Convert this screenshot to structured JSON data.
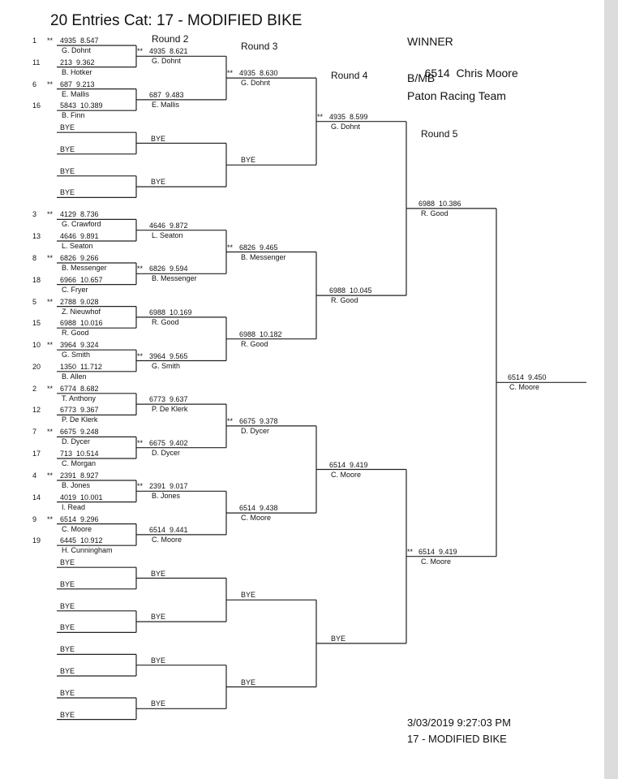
{
  "header": {
    "title": "20 Entries Cat: 17 - MODIFIED BIKE",
    "rounds": [
      "Round 2",
      "Round 3",
      "Round 4",
      "Round 5"
    ]
  },
  "winner": {
    "label": "WINNER",
    "number": "6514",
    "name": "Chris Moore",
    "class": "B/MB",
    "team": "Paton Racing Team"
  },
  "round1": [
    {
      "seed": "1",
      "mark": "**",
      "num": "4935",
      "time": "8.547",
      "name": "G. Dohnt"
    },
    {
      "seed": "11",
      "mark": "",
      "num": "213",
      "time": "9.362",
      "name": "B. Hotker"
    },
    {
      "seed": "6",
      "mark": "**",
      "num": "687",
      "time": "9.213",
      "name": "E. Mallis"
    },
    {
      "seed": "16",
      "mark": "",
      "num": "5843",
      "time": "10.389",
      "name": "B. Finn"
    },
    {
      "seed": "",
      "mark": "",
      "num": "",
      "time": "",
      "name": "BYE"
    },
    {
      "seed": "",
      "mark": "",
      "num": "",
      "time": "",
      "name": "BYE"
    },
    {
      "seed": "",
      "mark": "",
      "num": "",
      "time": "",
      "name": "BYE"
    },
    {
      "seed": "",
      "mark": "",
      "num": "",
      "time": "",
      "name": "BYE"
    },
    {
      "seed": "3",
      "mark": "**",
      "num": "4129",
      "time": "8.736",
      "name": "G. Crawford"
    },
    {
      "seed": "13",
      "mark": "",
      "num": "4646",
      "time": "9.891",
      "name": "L. Seaton"
    },
    {
      "seed": "8",
      "mark": "**",
      "num": "6826",
      "time": "9.266",
      "name": "B. Messenger"
    },
    {
      "seed": "18",
      "mark": "",
      "num": "6966",
      "time": "10.657",
      "name": "C. Fryer"
    },
    {
      "seed": "5",
      "mark": "**",
      "num": "2788",
      "time": "9.028",
      "name": "Z. Nieuwhof"
    },
    {
      "seed": "15",
      "mark": "",
      "num": "6988",
      "time": "10.016",
      "name": "R. Good"
    },
    {
      "seed": "10",
      "mark": "**",
      "num": "3964",
      "time": "9.324",
      "name": "G. Smith"
    },
    {
      "seed": "20",
      "mark": "",
      "num": "1350",
      "time": "11.712",
      "name": "B. Allen"
    },
    {
      "seed": "2",
      "mark": "**",
      "num": "6774",
      "time": "8.682",
      "name": "T. Anthony"
    },
    {
      "seed": "12",
      "mark": "",
      "num": "6773",
      "time": "9.367",
      "name": "P. De Klerk"
    },
    {
      "seed": "7",
      "mark": "**",
      "num": "6675",
      "time": "9.248",
      "name": "D. Dycer"
    },
    {
      "seed": "17",
      "mark": "",
      "num": "713",
      "time": "10.514",
      "name": "C. Morgan"
    },
    {
      "seed": "4",
      "mark": "**",
      "num": "2391",
      "time": "8.927",
      "name": "B. Jones"
    },
    {
      "seed": "14",
      "mark": "",
      "num": "4019",
      "time": "10.001",
      "name": "I. Read"
    },
    {
      "seed": "9",
      "mark": "**",
      "num": "6514",
      "time": "9.296",
      "name": "C. Moore"
    },
    {
      "seed": "19",
      "mark": "",
      "num": "6445",
      "time": "10.912",
      "name": "H. Cunningham"
    },
    {
      "seed": "",
      "mark": "",
      "num": "",
      "time": "",
      "name": "BYE"
    },
    {
      "seed": "",
      "mark": "",
      "num": "",
      "time": "",
      "name": "BYE"
    },
    {
      "seed": "",
      "mark": "",
      "num": "",
      "time": "",
      "name": "BYE"
    },
    {
      "seed": "",
      "mark": "",
      "num": "",
      "time": "",
      "name": "BYE"
    },
    {
      "seed": "",
      "mark": "",
      "num": "",
      "time": "",
      "name": "BYE"
    },
    {
      "seed": "",
      "mark": "",
      "num": "",
      "time": "",
      "name": "BYE"
    },
    {
      "seed": "",
      "mark": "",
      "num": "",
      "time": "",
      "name": "BYE"
    },
    {
      "seed": "",
      "mark": "",
      "num": "",
      "time": "",
      "name": "BYE"
    }
  ],
  "round2": [
    {
      "mark": "**",
      "num": "4935",
      "time": "8.621",
      "name": "G. Dohnt"
    },
    {
      "mark": "",
      "num": "687",
      "time": "9.483",
      "name": "E. Mallis"
    },
    {
      "mark": "",
      "num": "",
      "time": "",
      "name": "BYE"
    },
    {
      "mark": "",
      "num": "",
      "time": "",
      "name": "BYE"
    },
    {
      "mark": "",
      "num": "4646",
      "time": "9.872",
      "name": "L. Seaton"
    },
    {
      "mark": "**",
      "num": "6826",
      "time": "9.594",
      "name": "B. Messenger"
    },
    {
      "mark": "",
      "num": "6988",
      "time": "10.169",
      "name": "R. Good"
    },
    {
      "mark": "**",
      "num": "3964",
      "time": "9.565",
      "name": "G. Smith"
    },
    {
      "mark": "",
      "num": "6773",
      "time": "9.637",
      "name": "P. De Klerk"
    },
    {
      "mark": "**",
      "num": "6675",
      "time": "9.402",
      "name": "D. Dycer"
    },
    {
      "mark": "**",
      "num": "2391",
      "time": "9.017",
      "name": "B. Jones"
    },
    {
      "mark": "",
      "num": "6514",
      "time": "9.441",
      "name": "C. Moore"
    },
    {
      "mark": "",
      "num": "",
      "time": "",
      "name": "BYE"
    },
    {
      "mark": "",
      "num": "",
      "time": "",
      "name": "BYE"
    },
    {
      "mark": "",
      "num": "",
      "time": "",
      "name": "BYE"
    },
    {
      "mark": "",
      "num": "",
      "time": "",
      "name": "BYE"
    }
  ],
  "round3": [
    {
      "mark": "**",
      "num": "4935",
      "time": "8.630",
      "name": "G. Dohnt"
    },
    {
      "mark": "",
      "num": "",
      "time": "",
      "name": "BYE"
    },
    {
      "mark": "**",
      "num": "6826",
      "time": "9.465",
      "name": "B. Messenger"
    },
    {
      "mark": "",
      "num": "6988",
      "time": "10.182",
      "name": "R. Good"
    },
    {
      "mark": "**",
      "num": "6675",
      "time": "9.378",
      "name": "D. Dycer"
    },
    {
      "mark": "",
      "num": "6514",
      "time": "9.438",
      "name": "C. Moore"
    },
    {
      "mark": "",
      "num": "",
      "time": "",
      "name": "BYE"
    },
    {
      "mark": "",
      "num": "",
      "time": "",
      "name": "BYE"
    }
  ],
  "round4": [
    {
      "mark": "**",
      "num": "4935",
      "time": "8.599",
      "name": "G. Dohnt"
    },
    {
      "mark": "",
      "num": "6988",
      "time": "10.045",
      "name": "R. Good"
    },
    {
      "mark": "",
      "num": "6514",
      "time": "9.419",
      "name": "C. Moore"
    },
    {
      "mark": "",
      "num": "",
      "time": "",
      "name": "BYE"
    }
  ],
  "round5": [
    {
      "mark": "",
      "num": "6988",
      "time": "10.386",
      "name": "R. Good"
    },
    {
      "mark": "**",
      "num": "6514",
      "time": "9.419",
      "name": "C. Moore"
    }
  ],
  "final": {
    "mark": "",
    "num": "6514",
    "time": "9.450",
    "name": "C. Moore"
  },
  "footer": {
    "timestamp": "3/03/2019 9:27:03 PM",
    "category": "17 - MODIFIED BIKE"
  }
}
